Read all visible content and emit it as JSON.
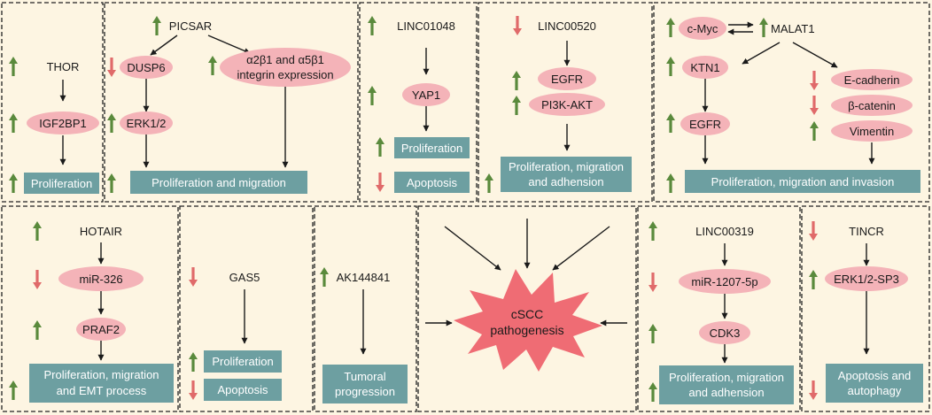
{
  "colors": {
    "panel_background": "#fdf5e2",
    "node_pink": "#f4b3b8",
    "outcome_teal": "#6d9fa1",
    "up_arrow_green": "#5a8a3c",
    "down_arrow_red": "#e06a6a",
    "center_star": "#ef6c74"
  },
  "center": {
    "line1": "cSCC",
    "line2": "pathogenesis"
  },
  "panels": {
    "thor": {
      "gene": "THOR",
      "node1": "IGF2BP1",
      "outcome": "Proliferation"
    },
    "picsar": {
      "gene": "PICSAR",
      "node_left1": "DUSP6",
      "node_left2": "ERK1/2",
      "node_right_line1": "α2β1 and α5β1",
      "node_right_line2": "integrin expression",
      "outcome": "Proliferation and migration"
    },
    "linc01048": {
      "gene": "LINC01048",
      "node1": "YAP1",
      "outcome1": "Proliferation",
      "outcome2": "Apoptosis"
    },
    "linc00520": {
      "gene": "LINC00520",
      "node1": "EGFR",
      "node2": "PI3K-AKT",
      "outcome_line1": "Proliferation, migration",
      "outcome_line2": "and adhension"
    },
    "malat1": {
      "gene_left": "c-Myc",
      "gene_right": "MALAT1",
      "node_left1": "KTN1",
      "node_left2": "EGFR",
      "node_right1": "E-cadherin",
      "node_right2": "β-catenin",
      "node_right3": "Vimentin",
      "outcome": "Proliferation, migration and invasion"
    },
    "hotair": {
      "gene": "HOTAIR",
      "node1": "miR-326",
      "node2": "PRAF2",
      "outcome_line1": "Proliferation, migration",
      "outcome_line2": "and EMT process"
    },
    "gas5": {
      "gene": "GAS5",
      "outcome1": "Proliferation",
      "outcome2": "Apoptosis"
    },
    "ak144841": {
      "gene": "AK144841",
      "outcome_line1": "Tumoral",
      "outcome_line2": "progression"
    },
    "linc00319": {
      "gene": "LINC00319",
      "node1": "miR-1207-5p",
      "node2": "CDK3",
      "outcome_line1": "Proliferation, migration",
      "outcome_line2": "and adhension"
    },
    "tincr": {
      "gene": "TINCR",
      "node1": "ERK1/2-SP3",
      "outcome_line1": "Apoptosis and",
      "outcome_line2": "autophagy"
    }
  }
}
